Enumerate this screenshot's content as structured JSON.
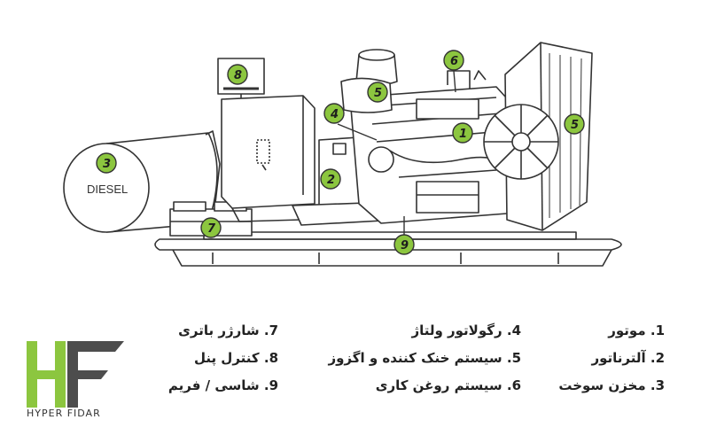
{
  "diagram": {
    "tank_text": "DIESEL",
    "callouts": [
      "1",
      "2",
      "3",
      "4",
      "5",
      "5",
      "6",
      "7",
      "8",
      "9"
    ],
    "accent_color": "#8cc63f"
  },
  "legend": [
    {
      "number": "1.",
      "text": "موتور"
    },
    {
      "number": "2.",
      "text": "آلترناتور"
    },
    {
      "number": "3.",
      "text": "مخزن سوخت"
    },
    {
      "number": "4.",
      "text": "رگولاتور ولتاژ"
    },
    {
      "number": "5.",
      "text": "سیستم خنک کننده و اگزوز"
    },
    {
      "number": "6.",
      "text": "سیستم روغن کاری"
    },
    {
      "number": "7.",
      "text": "شارژر باتری"
    },
    {
      "number": "8.",
      "text": "کنترل پنل"
    },
    {
      "number": "9.",
      "text": "شاسی / فریم"
    }
  ],
  "logo": {
    "text": "HYPER FIDAR",
    "colors": {
      "h": "#8cc63f",
      "f": "#4d4d4d"
    }
  }
}
